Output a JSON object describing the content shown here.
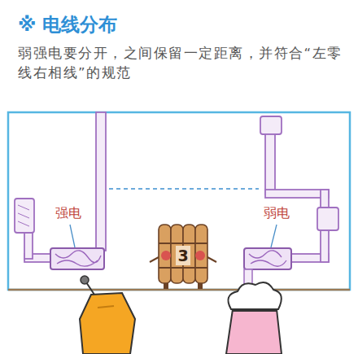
{
  "diagram": {
    "title": "※ 电线分布",
    "nodes": [
      {
        "text": [
          "3"
        ]
      }
    ],
    "labels": [
      "弱强电要分开，之间保留一定距离，并符合“左零线右相线”的规范",
      "强电",
      "弱电"
    ]
  }
}
